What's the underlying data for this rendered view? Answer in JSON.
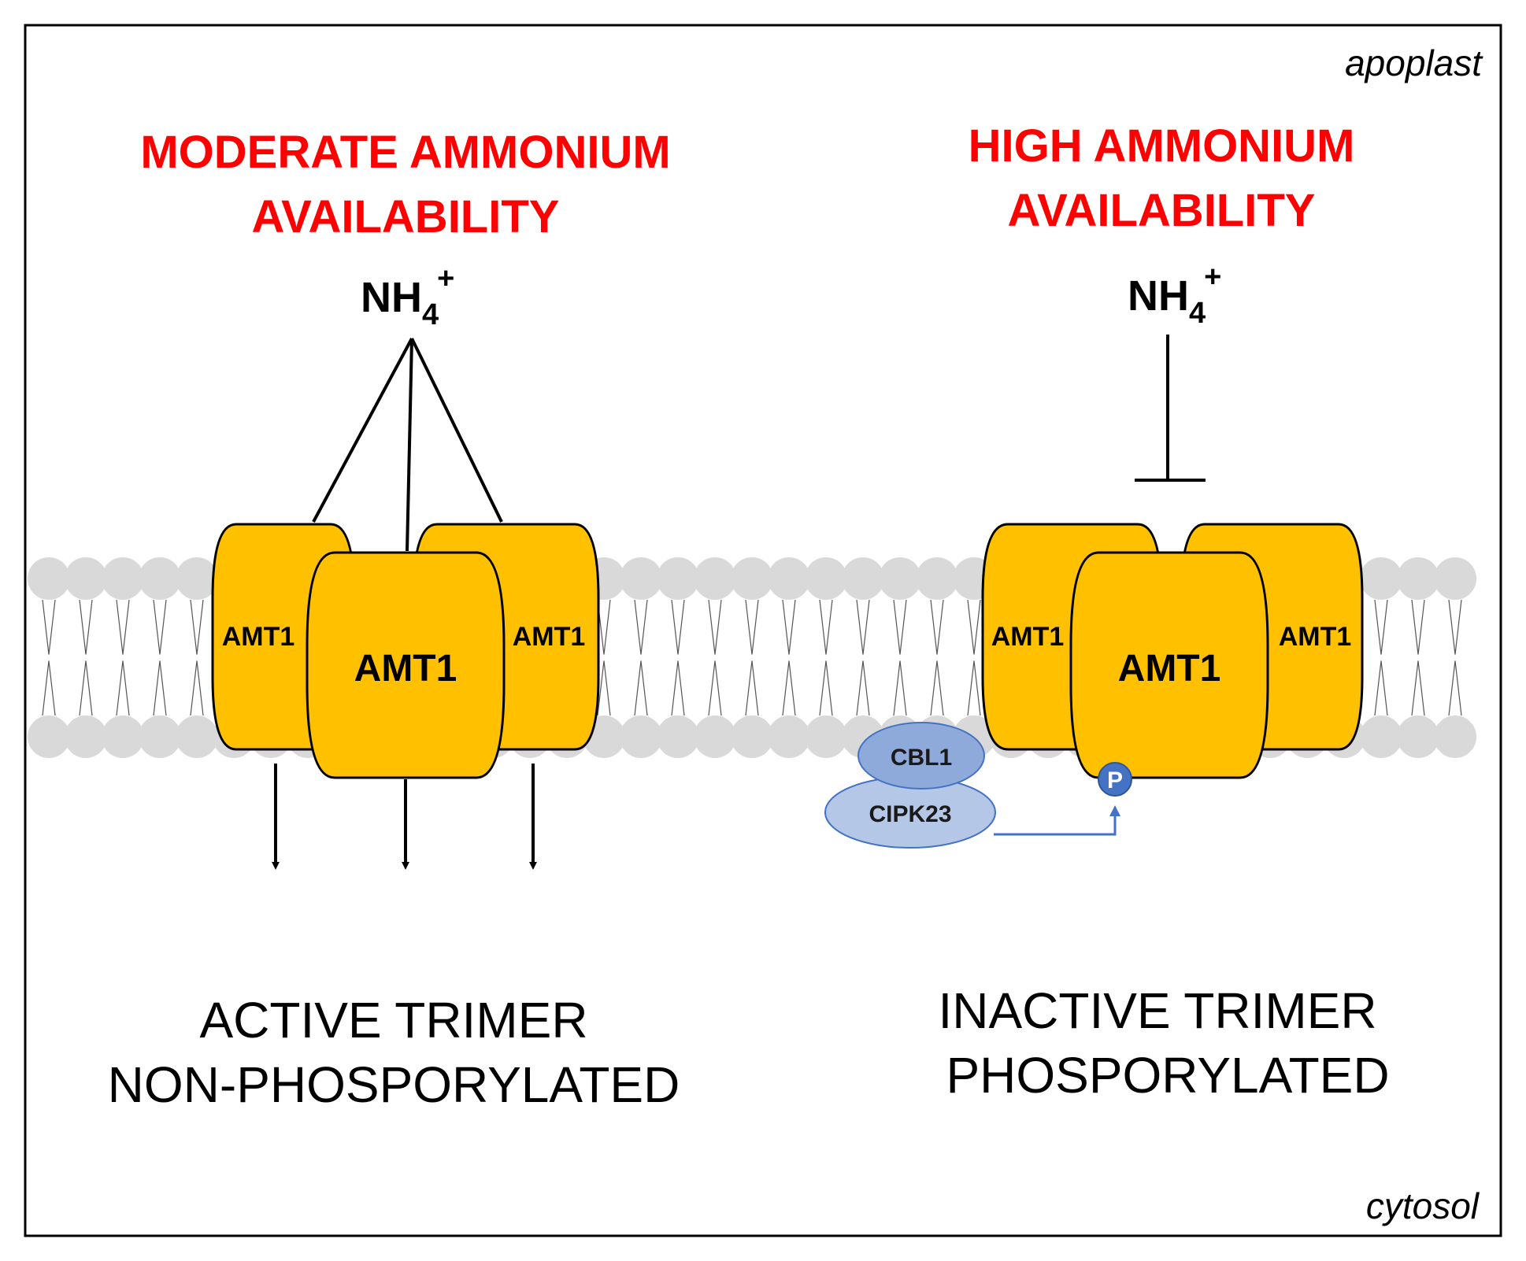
{
  "compartments": {
    "top": "apoplast",
    "bottom": "cytosol"
  },
  "left": {
    "heading_line1": "MODERATE AMMONIUM",
    "heading_line2": "AVAILABILITY",
    "ion_main": "NH",
    "ion_sub": "4",
    "ion_sup": "+",
    "amt_left": "AMT1",
    "amt_center": "AMT1",
    "amt_right": "AMT1",
    "caption_line1": "ACTIVE TRIMER",
    "caption_line2": "NON-PHOSPORYLATED"
  },
  "right": {
    "heading_line1": "HIGH AMMONIUM",
    "heading_line2": "AVAILABILITY",
    "ion_main": "NH",
    "ion_sub": "4",
    "ion_sup": "+",
    "amt_left": "AMT1",
    "amt_center": "AMT1",
    "amt_right": "AMT1",
    "kinase_top": "CBL1",
    "kinase_bottom": "CIPK23",
    "phospho_label": "P",
    "caption_line1": "INACTIVE TRIMER",
    "caption_line2": "PHOSPORYLATED"
  },
  "colors": {
    "heading": "#ff0000",
    "transporter": "#ffc000",
    "membrane_head": "#d9d9d9",
    "kinase_dark": "#8eaadb",
    "kinase_light": "#b4c7e7",
    "phosphate": "#4472c4",
    "phospho_arrow": "#4472c4"
  }
}
